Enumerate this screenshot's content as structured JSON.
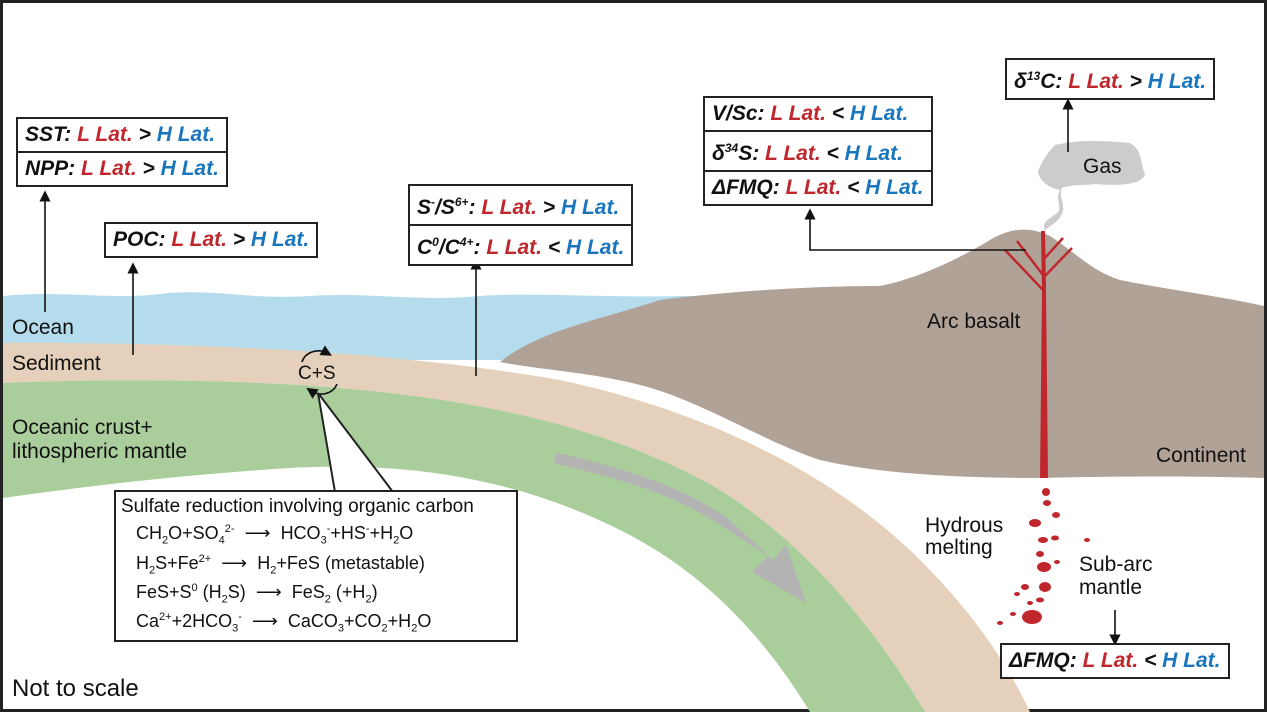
{
  "figure": {
    "note": "Not to scale",
    "colors": {
      "ocean": "#b4dcec",
      "sediment": "#e5d0bb",
      "oceanic_crust": "#aacd9c",
      "continent": "#b1a298",
      "magma": "#c0272d",
      "gas": "#cccccc",
      "subduction_arrow": "#b3b3b3",
      "low_latitude": "#c0272d",
      "high_latitude": "#1a76bc"
    }
  },
  "labels": {
    "ocean": "Ocean",
    "sediment": "Sediment",
    "oceanic_crust_1": "Oceanic crust+",
    "oceanic_crust_2": "lithospheric mantle",
    "cycle": "C+S",
    "arc_basalt": "Arc basalt",
    "continent": "Continent",
    "gas": "Gas",
    "hydrous_1": "Hydrous",
    "hydrous_2": "melting",
    "subarc_1": "Sub-arc",
    "subarc_2": "mantle"
  },
  "comparisons": {
    "ocean_box": [
      {
        "param": "SST:",
        "low": "L Lat.",
        "op": ">",
        "high": "H Lat."
      },
      {
        "param": "NPP:",
        "low": "L Lat.",
        "op": ">",
        "high": "H Lat."
      }
    ],
    "sediment_box": [
      {
        "param": "POC:",
        "low": "L Lat.",
        "op": ">",
        "high": "H Lat."
      }
    ],
    "redox_box": [
      {
        "param_base": "S",
        "param_sup1": "-",
        "param_mid": "/S",
        "param_sup2": "6+",
        "param_end": ":",
        "low": "L Lat.",
        "op": ">",
        "high": "H Lat."
      },
      {
        "param_base": "C",
        "param_sup1": "0",
        "param_mid": "/C",
        "param_sup2": "4+",
        "param_end": ":",
        "low": "L Lat.",
        "op": "<",
        "high": "H Lat."
      }
    ],
    "arc_box": [
      {
        "param": "V/Sc:",
        "low": "L Lat.",
        "op": "<",
        "high": "H Lat."
      },
      {
        "param_base": "δ",
        "param_sup": "34",
        "param_end": "S:",
        "low": "L Lat.",
        "op": "<",
        "high": "H Lat."
      },
      {
        "param": "ΔFMQ:",
        "low": "L Lat.",
        "op": "<",
        "high": "H Lat."
      }
    ],
    "gas_box": [
      {
        "param_base": "δ",
        "param_sup": "13",
        "param_end": "C:",
        "low": "L Lat.",
        "op": ">",
        "high": "H Lat."
      }
    ],
    "mantle_box": [
      {
        "param": "ΔFMQ:",
        "low": "L Lat.",
        "op": "<",
        "high": "H Lat."
      }
    ]
  },
  "reactions": {
    "title": "Sulfate reduction involving organic carbon",
    "arrow": "⟶",
    "r1": {
      "a": "CH",
      "a_sub": "2",
      "b": "O+SO",
      "b_sub": "4",
      "b_sup": "2-",
      "c": "HCO",
      "c_sub": "3",
      "c_sup": "-",
      "d": "+HS",
      "d_sup": "-",
      "e": "+H",
      "e_sub": "2",
      "f": "O"
    },
    "r2": {
      "a": "H",
      "a_sub": "2",
      "b": "S+Fe",
      "b_sup": "2+",
      "c": "H",
      "c_sub": "2",
      "d": "+FeS (metastable)"
    },
    "r3": {
      "a": "FeS+S",
      "a_sup": "0",
      "b": " (H",
      "b_sub": "2",
      "c": "S)",
      "d": "FeS",
      "d_sub": "2",
      "e": " (+H",
      "e_sub": "2",
      "f": ")"
    },
    "r4": {
      "a": "Ca",
      "a_sup": "2+",
      "b": "+2HCO",
      "b_sub": "3",
      "b_sup": "-",
      "c": "CaCO",
      "c_sub": "3",
      "d": "+CO",
      "d_sub": "2",
      "e": "+H",
      "e_sub": "2",
      "f": "O"
    }
  }
}
